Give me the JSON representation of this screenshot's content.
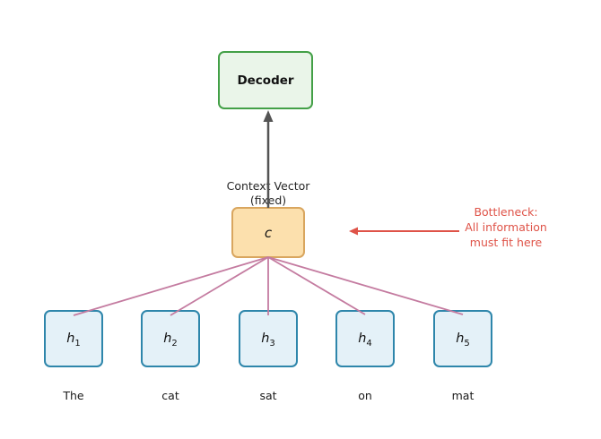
{
  "figure": {
    "decoder": {
      "label": "Decoder"
    },
    "context": {
      "label": "c",
      "caption_line1": "Context Vector",
      "caption_line2": "(fixed)"
    },
    "encoder": {
      "states": [
        {
          "base": "h",
          "sub": "1"
        },
        {
          "base": "h",
          "sub": "2"
        },
        {
          "base": "h",
          "sub": "3"
        },
        {
          "base": "h",
          "sub": "4"
        },
        {
          "base": "h",
          "sub": "5"
        }
      ],
      "words": [
        "The",
        "cat",
        "sat",
        "on",
        "mat"
      ]
    },
    "annotation": {
      "line1": "Bottleneck:",
      "line2": "All information",
      "line3": "must fit here"
    },
    "colors": {
      "decoder_border": "#43a047",
      "decoder_fill": "#eaf5e9",
      "context_border": "#d9a65f",
      "context_fill": "#fce0ad",
      "state_border": "#2e86ab",
      "state_fill": "#e4f1f8",
      "connector": "#c47ba0",
      "arrow": "#545454",
      "annotation": "#df5348",
      "background": "#ffffff"
    }
  }
}
